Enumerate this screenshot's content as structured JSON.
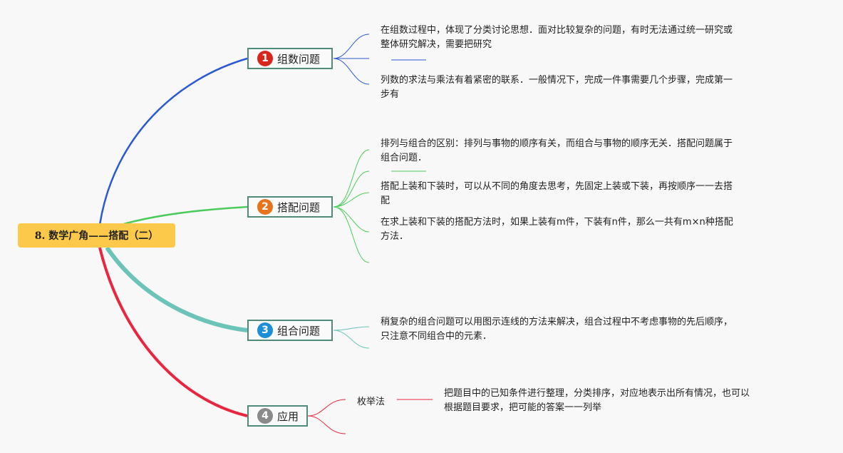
{
  "root": {
    "title": "8. 数学广角——搭配（二）",
    "color": "#fcc94a"
  },
  "branches": [
    {
      "number": "1",
      "label": "组数问题",
      "badge_color": "#d9261c",
      "line_color": "#2b59d1",
      "notes": [
        "在组数过程中，体现了分类讨论思想．面对比较复杂的问题，有时无法通过统一研究或整体研究解决，需要把研究",
        "列数的求法与乘法有着紧密的联系．一般情况下，完成一件事需要几个步骤，完成第一步有"
      ]
    },
    {
      "number": "2",
      "label": "搭配问题",
      "badge_color": "#e5741d",
      "line_color": "#4ccb5a",
      "notes": [
        "排列与组合的区别：排列与事物的顺序有关，而组合与事物的顺序无关．搭配问题属于组合问题．",
        "搭配上装和下装时，可以从不同的角度去思考，先固定上装或下装，再按顺序一一去搭配",
        "在求上装和下装的搭配方法时，如果上装有m件，下装有n件，那么一共有m×n种搭配方法．"
      ]
    },
    {
      "number": "3",
      "label": "组合问题",
      "badge_color": "#1c8fd6",
      "line_color": "#6cc4b8",
      "notes": [
        "稍复杂的组合问题可以用图示连线的方法来解决，组合过程中不考虑事物的先后顺序，只注意不同组合中的元素．"
      ]
    },
    {
      "number": "4",
      "label": "应用",
      "badge_color": "#8a8a8a",
      "line_color": "#e8263f",
      "subtopic": "枚举法",
      "notes": [
        "把题目中的已知条件进行整理，分类排序，对应地表示出所有情况，也可以根据题目要求，把可能的答案一一列举"
      ]
    }
  ]
}
